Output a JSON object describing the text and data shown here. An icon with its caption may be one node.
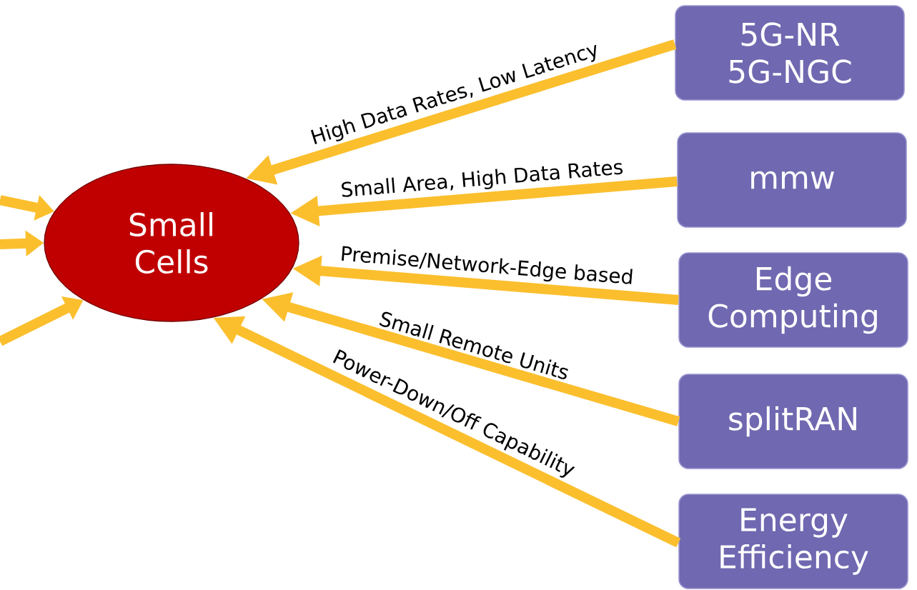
{
  "diagram": {
    "nodes": [
      {
        "text": [
          "Small Cells"
        ]
      },
      {
        "text": [
          "5G-NR 5G-NGC"
        ]
      },
      {
        "text": [
          "mmw"
        ]
      },
      {
        "text": [
          "Edge Computing"
        ]
      },
      {
        "text": [
          "splitRAN"
        ]
      },
      {
        "text": [
          "Energy Efficiency"
        ]
      }
    ],
    "edges": [
      {
        "from": 1,
        "to": 0,
        "arrow": "to",
        "label": "High Data Rates, Low Latency"
      },
      {
        "from": 2,
        "to": 0,
        "arrow": "to",
        "label": "Small Area, High Data Rates"
      },
      {
        "from": 3,
        "to": 0,
        "arrow": "to",
        "label": "Premise/Network-Edge based"
      },
      {
        "from": 4,
        "to": 0,
        "arrow": "to",
        "label": "Small Remote Units"
      },
      {
        "from": 5,
        "to": 0,
        "arrow": "to",
        "label": "Power-Down/Off Capability"
      },
      {
        "from": null,
        "to": 0,
        "arrow": "to"
      },
      {
        "from": null,
        "to": 0,
        "arrow": "to"
      },
      {
        "from": null,
        "to": 0,
        "arrow": "to"
      }
    ]
  }
}
